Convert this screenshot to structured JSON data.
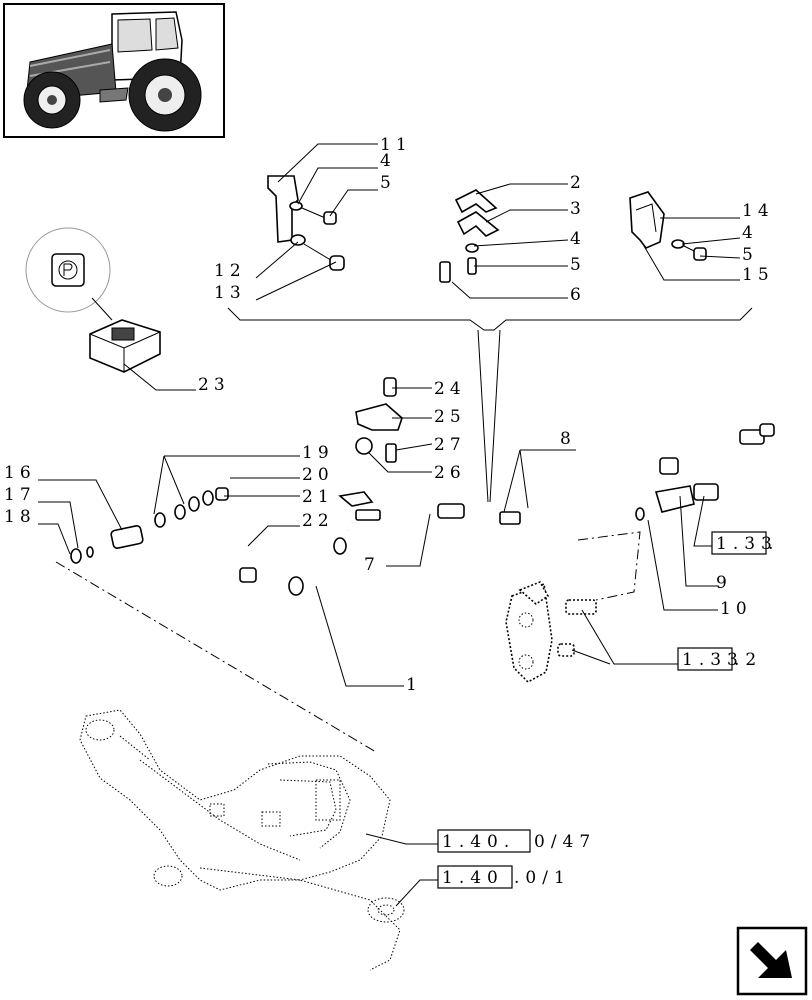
{
  "labels": {
    "l1": "1",
    "l2": "2",
    "l3": "3",
    "l4a": "4",
    "l5a": "5",
    "l4b": "4",
    "l5b": "5",
    "l4c": "4",
    "l5c": "5",
    "l6": "6",
    "l7": "7",
    "l8": "8",
    "l9": "9",
    "l10": "10",
    "l11": "11",
    "l12": "12",
    "l13": "13",
    "l14": "14",
    "l15": "15",
    "l16": "16",
    "l17": "17",
    "l18": "18",
    "l19": "19",
    "l20": "20",
    "l21": "21",
    "l22": "22",
    "l23": "23",
    "l24": "24",
    "l25": "25",
    "l26": "26",
    "l27": "27"
  },
  "references": {
    "ref1_box": "1.33",
    "ref1_tail": ".",
    "ref2_box": "1.33",
    "ref2_tail": ".2",
    "ref3_box": "1.40.",
    "ref3_tail": "0/47",
    "ref4_box": "1.40",
    "ref4_tail": ".0/1"
  },
  "icons": {
    "thumbnail": "tractor-thumbnail",
    "switch_detail": "pto-switch-icon",
    "nav": "next-page-arrow-icon"
  }
}
